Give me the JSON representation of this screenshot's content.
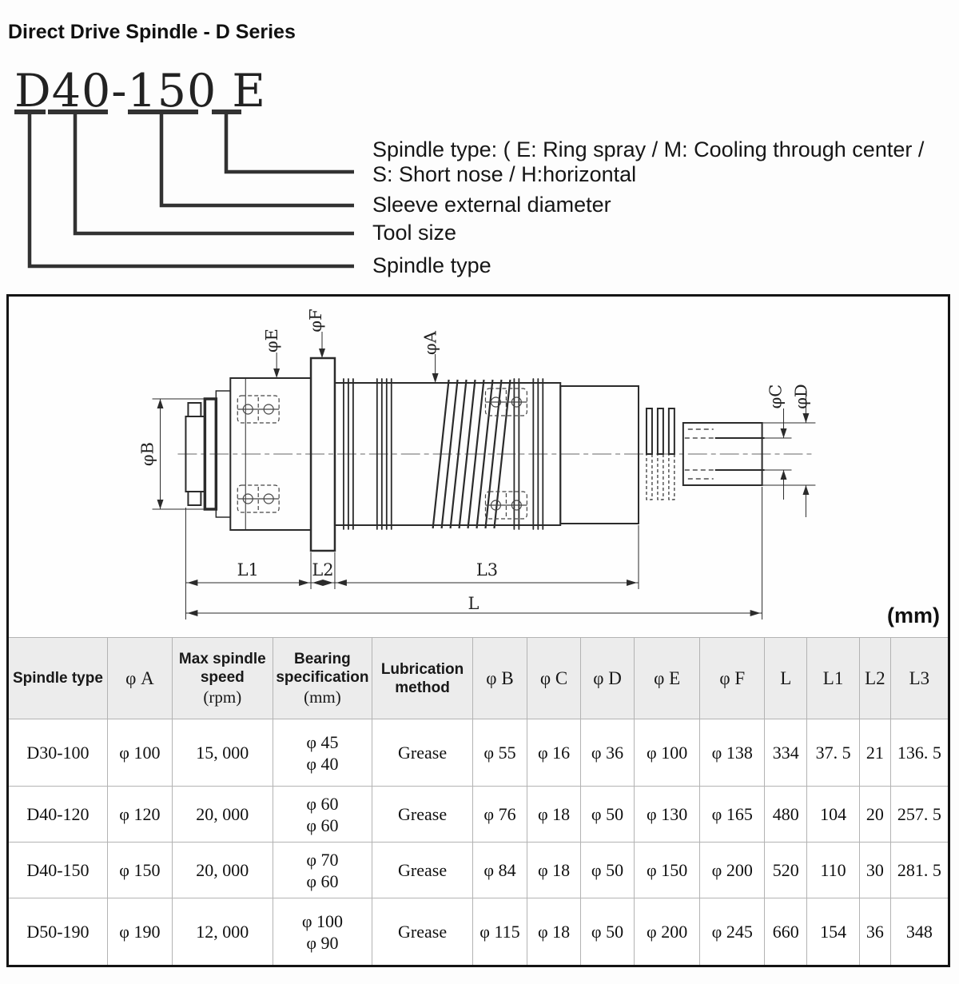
{
  "page": {
    "title": "Direct Drive Spindle - D Series",
    "unit_label": "(mm)"
  },
  "model_breakdown": {
    "model_code": "D40-150 E",
    "branch_labels": [
      "Spindle type: ( E: Ring spray / M: Cooling through center / S: Short nose / H:horizontal",
      "Sleeve external diameter",
      "Tool size",
      "Spindle type"
    ]
  },
  "drawing": {
    "labels": {
      "phi_e": "φE",
      "phi_f": "φF",
      "phi_a": "φA",
      "phi_b": "φB",
      "phi_c": "φC",
      "phi_d": "φD",
      "l1": "L1",
      "l2": "L2",
      "l3": "L3",
      "l": "L"
    }
  },
  "table": {
    "columns": [
      {
        "label": "Spindle type"
      },
      {
        "label": "φ A"
      },
      {
        "label": "Max spindle speed",
        "sub": "(rpm)"
      },
      {
        "label": "Bearing specification",
        "sub": "(mm)"
      },
      {
        "label": "Lubrication method"
      },
      {
        "label": "φ B"
      },
      {
        "label": "φ C"
      },
      {
        "label": "φ D"
      },
      {
        "label": "φ E"
      },
      {
        "label": "φ F"
      },
      {
        "label": "L"
      },
      {
        "label": "L1"
      },
      {
        "label": "L2"
      },
      {
        "label": "L3"
      }
    ],
    "rows": [
      {
        "spindle_type": "D30-100",
        "phi_a": "φ 100",
        "max_speed": "15, 000",
        "bearing1": "φ 45",
        "bearing2": "φ 40",
        "lubrication": "Grease",
        "phi_b": "φ 55",
        "phi_c": "φ 16",
        "phi_d": "φ 36",
        "phi_e": "φ 100",
        "phi_f": "φ 138",
        "l": "334",
        "l1": "37. 5",
        "l2": "21",
        "l3": "136. 5"
      },
      {
        "spindle_type": "D40-120",
        "phi_a": "φ 120",
        "max_speed": "20, 000",
        "bearing1": "φ 60",
        "bearing2": "φ 60",
        "lubrication": "Grease",
        "phi_b": "φ 76",
        "phi_c": "φ 18",
        "phi_d": "φ 50",
        "phi_e": "φ 130",
        "phi_f": "φ 165",
        "l": "480",
        "l1": "104",
        "l2": "20",
        "l3": "257. 5"
      },
      {
        "spindle_type": "D40-150",
        "phi_a": "φ 150",
        "max_speed": "20, 000",
        "bearing1": "φ 70",
        "bearing2": "φ 60",
        "lubrication": "Grease",
        "phi_b": "φ 84",
        "phi_c": "φ 18",
        "phi_d": "φ 50",
        "phi_e": "φ 150",
        "phi_f": "φ 200",
        "l": "520",
        "l1": "110",
        "l2": "30",
        "l3": "281. 5"
      },
      {
        "spindle_type": "D50-190",
        "phi_a": "φ 190",
        "max_speed": "12, 000",
        "bearing1": "φ 100",
        "bearing2": "φ 90",
        "lubrication": "Grease",
        "phi_b": "φ 115",
        "phi_c": "φ 18",
        "phi_d": "φ 50",
        "phi_e": "φ 200",
        "phi_f": "φ 245",
        "l": "660",
        "l1": "154",
        "l2": "36",
        "l3": "348"
      }
    ]
  }
}
